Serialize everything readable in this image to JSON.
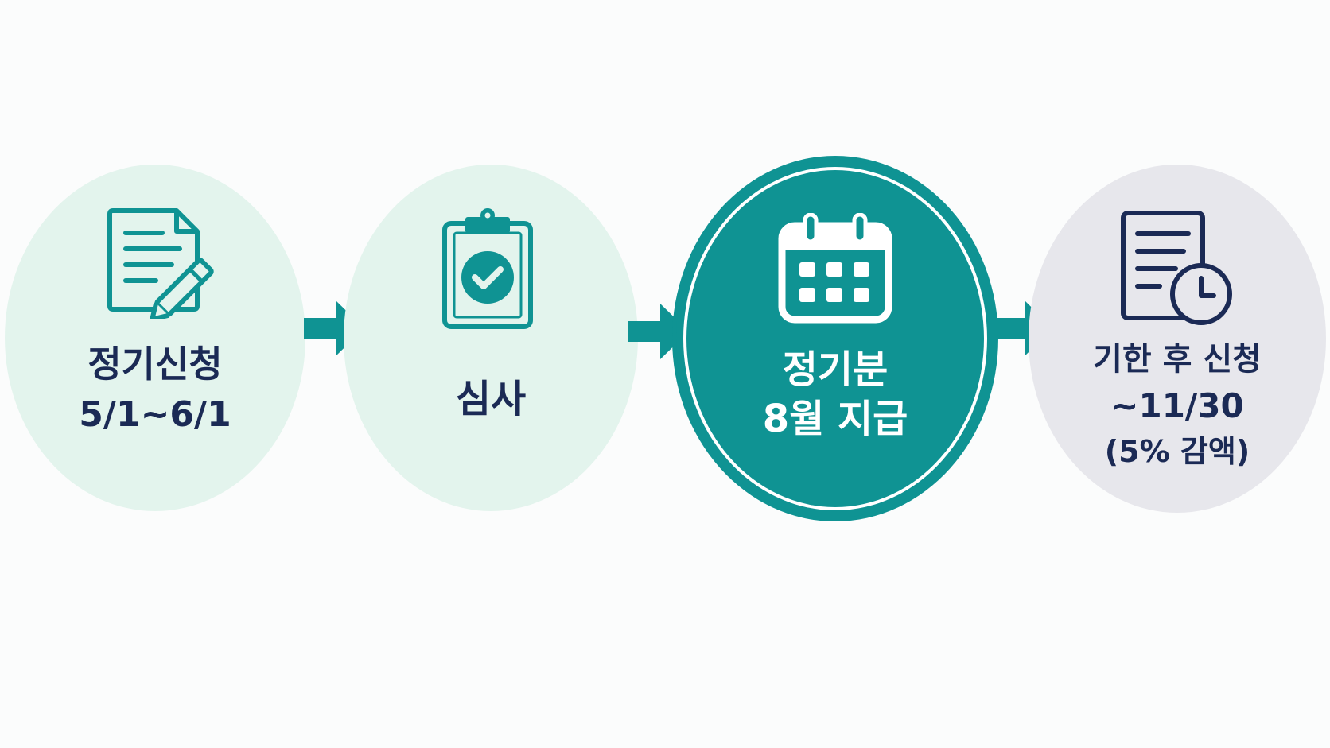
{
  "steps": [
    {
      "title": "정기신청",
      "subtitle": "5/1~6/1",
      "icon": "document-pencil-icon"
    },
    {
      "title": "심사",
      "icon": "clipboard-check-icon"
    },
    {
      "title": "정기분",
      "subtitle": "8월 지급",
      "icon": "calendar-icon",
      "highlighted": true
    },
    {
      "title": "기한 후 신청",
      "subtitle": "~11/30",
      "note": "(5% 감액)",
      "icon": "document-clock-icon"
    }
  ],
  "colors": {
    "teal": "#0f9393",
    "mint_background": "#e3f4ed",
    "gray_background": "#e7e7ec",
    "navy_text": "#1b2a55",
    "white": "#ffffff"
  }
}
